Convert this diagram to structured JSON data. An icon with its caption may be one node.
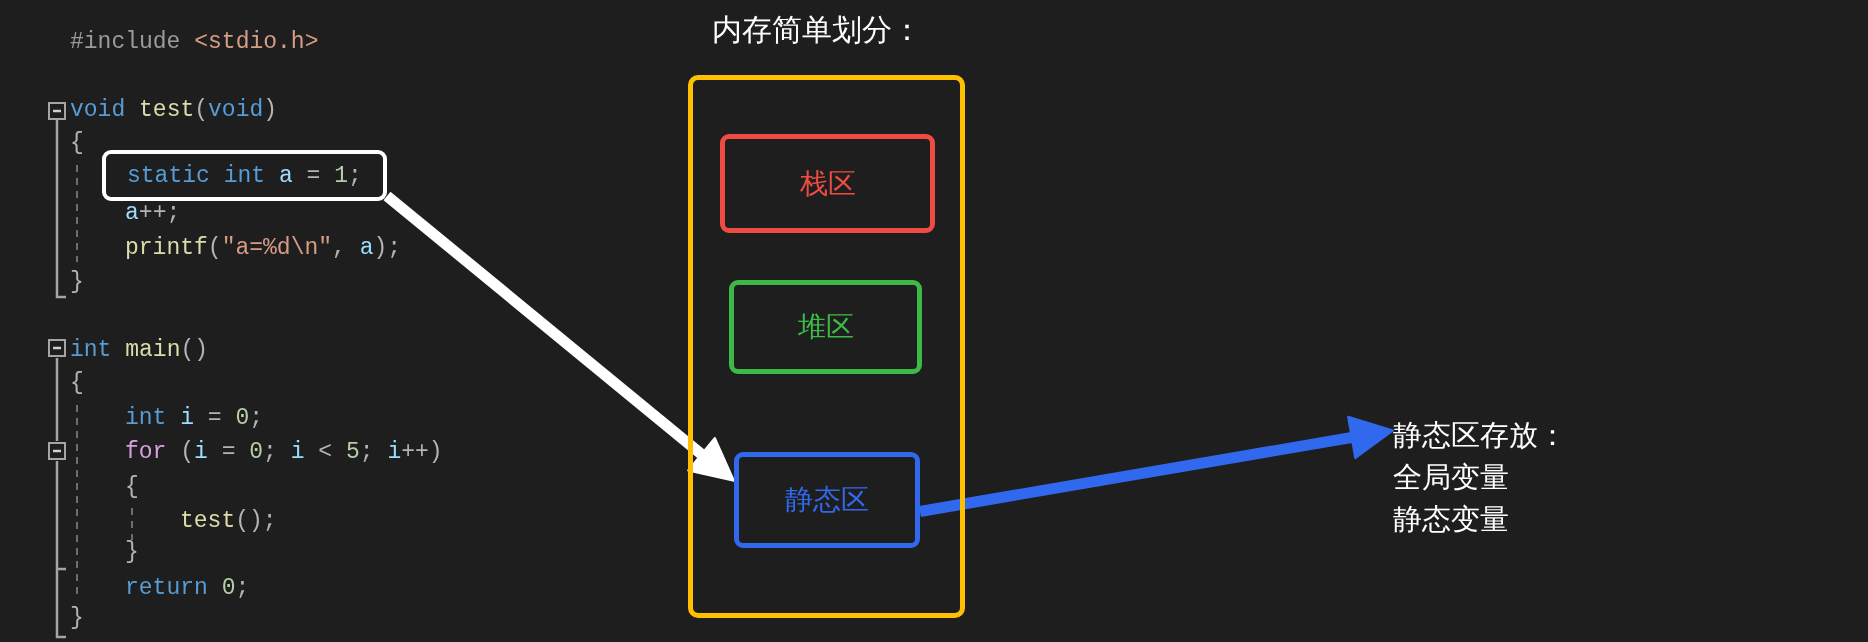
{
  "diagram": {
    "nodes": [
      {
        "text": [
          "static int a = 1;"
        ]
      },
      {
        "text": [
          "内存简单划分："
        ]
      },
      {
        "text": [
          "栈区"
        ],
        "in": 1
      },
      {
        "text": [
          "堆区"
        ],
        "in": 1
      },
      {
        "text": [
          "静态区"
        ],
        "in": 1
      },
      {
        "text": [
          "静态区存放：",
          "全局变量",
          "静态变量"
        ]
      }
    ],
    "edges": [
      {
        "from": 0,
        "to": 4,
        "arrow": "to",
        "color": "#ffffff"
      },
      {
        "from": 4,
        "to": 5,
        "arrow": "to",
        "color": "#3169ee"
      }
    ],
    "labels": [
      "#include <stdio.h>",
      "void test(void)",
      "{",
      "a++;",
      "printf(\"a=%d\\n\", a);",
      "}",
      "int main()",
      "{",
      "int i = 0;",
      "for (i = 0; i < 5; i++)",
      "{",
      "test();",
      "}",
      "return 0;",
      "}"
    ]
  }
}
